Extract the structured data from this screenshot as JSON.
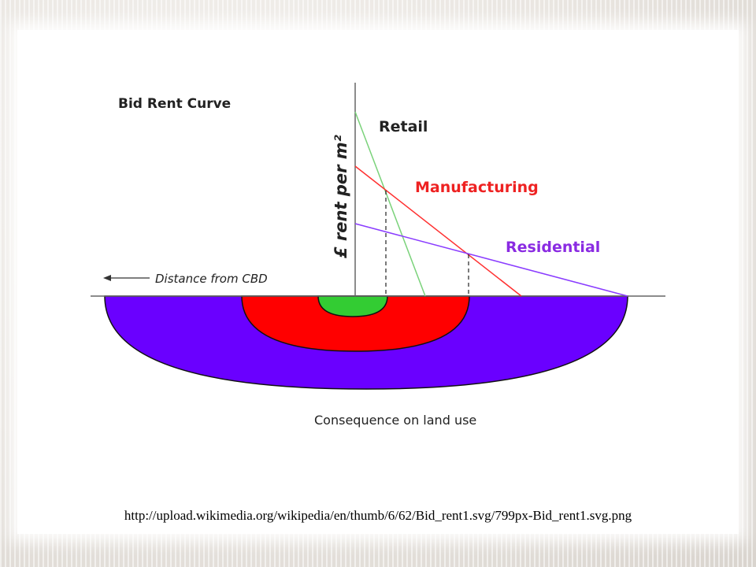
{
  "diagram": {
    "title": "Bid Rent Curve",
    "y_axis_label": "£ rent per m²",
    "x_axis_label": "Distance from CBD",
    "caption": "Consequence on land use",
    "curves": [
      {
        "label": "Retail",
        "color": "#7ad27a",
        "label_color": "#222222"
      },
      {
        "label": "Manufacturing",
        "color": "#ff3030",
        "label_color": "#ee2222"
      },
      {
        "label": "Residential",
        "color": "#8a3cff",
        "label_color": "#8a2be2"
      }
    ],
    "zones": [
      {
        "name": "residential-zone",
        "color": "#6a00ff"
      },
      {
        "name": "manufacturing-zone",
        "color": "#ff0000"
      },
      {
        "name": "retail-zone",
        "color": "#33cc33"
      }
    ]
  },
  "source_url": "http://upload.wikimedia.org/wikipedia/en/thumb/6/62/Bid_rent1.svg/799px-Bid_rent1.svg.png"
}
